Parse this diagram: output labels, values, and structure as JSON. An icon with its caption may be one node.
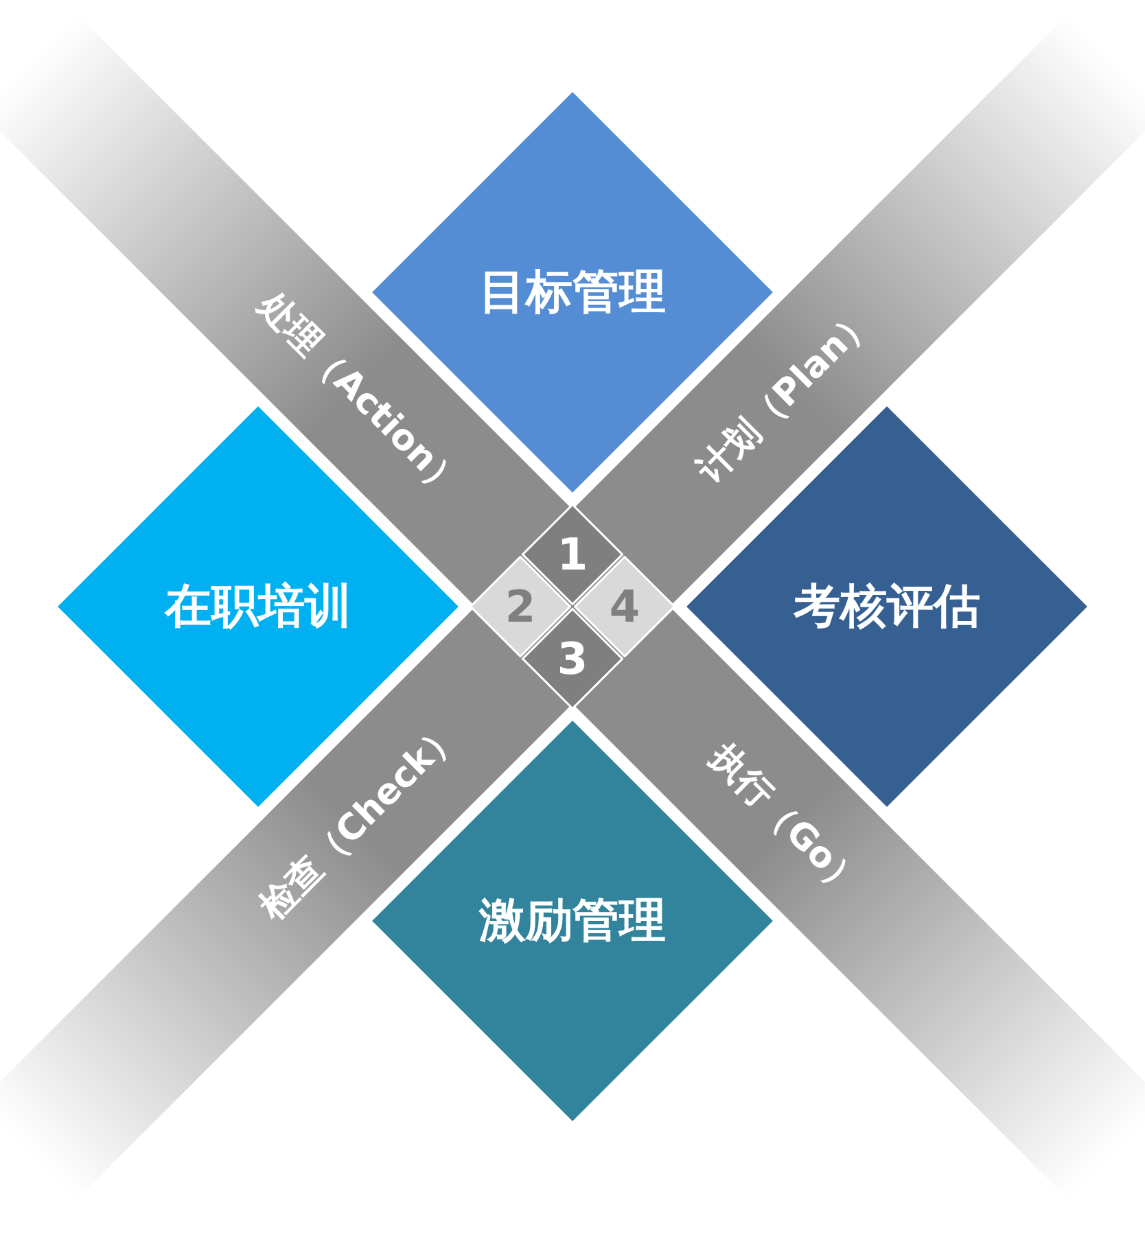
{
  "diagram": {
    "nodes": [
      {
        "text": [
          "目标管理"
        ]
      },
      {
        "text": [
          "考核评估"
        ]
      },
      {
        "text": [
          "在职培训"
        ]
      },
      {
        "text": [
          "激励管理"
        ]
      },
      {
        "text": [
          "1"
        ]
      },
      {
        "text": [
          "2"
        ]
      },
      {
        "text": [
          "4"
        ]
      },
      {
        "text": [
          "3"
        ]
      }
    ],
    "labels": [
      "处理（Action）",
      "计划（Plan）",
      "执行（Go）",
      "检查（Check）"
    ]
  }
}
